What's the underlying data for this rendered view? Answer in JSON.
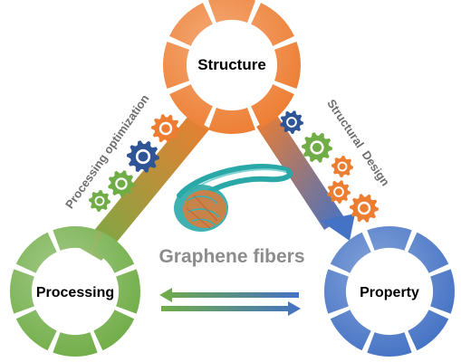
{
  "nodes": {
    "structure": {
      "label": "Structure",
      "color": "#ED7D31"
    },
    "processing": {
      "label": "Processing",
      "color": "#70AD47"
    },
    "property": {
      "label": "Property",
      "color": "#4472C4"
    }
  },
  "edges": {
    "left": "Processing optimization",
    "right": "Structural  Design"
  },
  "center_label": "Graphene fibers",
  "colors": {
    "text": "#000000",
    "center_text": "#808080",
    "gear_blue": "#2F5597",
    "gear_green": "#70AD47",
    "gear_orange": "#ED7D31",
    "fiber": "#2AA8A8",
    "fiber_core": "#E07B3A",
    "arrow_green": "#5B9B3A",
    "arrow_blue": "#2F5597"
  }
}
